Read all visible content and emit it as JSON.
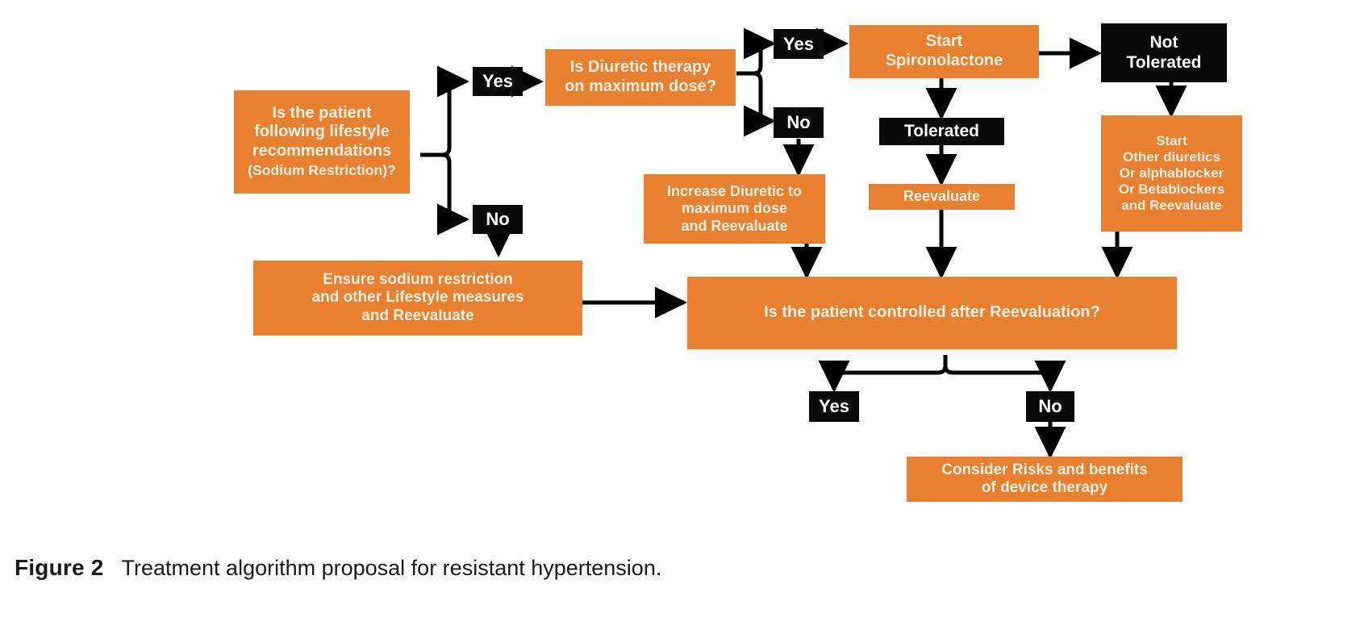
{
  "figure": {
    "label": "Figure 2",
    "caption": "Treatment algorithm proposal for resistant hypertension."
  },
  "colors": {
    "orange": "#E8802F",
    "black": "#0A0A0A",
    "orange_text": "#FBF0E2",
    "black_text": "#FFFFFF",
    "connector": "#000000",
    "background": "#FFFFFF"
  },
  "chart_data": {
    "type": "diagram",
    "title": "Treatment algorithm proposal for resistant hypertension",
    "nodes": [
      {
        "id": "lifestyle",
        "kind": "decision",
        "style": "orange",
        "lines": [
          "Is the patient",
          "following lifestyle",
          "recommendations",
          "(Sodium Restriction)?"
        ]
      },
      {
        "id": "lifestyle-yes",
        "kind": "label",
        "style": "black",
        "lines": [
          "Yes"
        ]
      },
      {
        "id": "lifestyle-no",
        "kind": "label",
        "style": "black",
        "lines": [
          "No"
        ]
      },
      {
        "id": "diuretic-max",
        "kind": "decision",
        "style": "orange",
        "lines": [
          "Is Diuretic therapy",
          "on maximum dose?"
        ]
      },
      {
        "id": "diuretic-yes",
        "kind": "label",
        "style": "black",
        "lines": [
          "Yes"
        ]
      },
      {
        "id": "diuretic-no",
        "kind": "label",
        "style": "black",
        "lines": [
          "No"
        ]
      },
      {
        "id": "start-spironolactone",
        "kind": "action",
        "style": "orange",
        "lines": [
          "Start",
          "Spironolactone"
        ]
      },
      {
        "id": "not-tolerated",
        "kind": "label",
        "style": "black",
        "lines": [
          "Not",
          "Tolerated"
        ]
      },
      {
        "id": "tolerated",
        "kind": "label",
        "style": "black",
        "lines": [
          "Tolerated"
        ]
      },
      {
        "id": "reevaluate",
        "kind": "action",
        "style": "orange",
        "lines": [
          "Reevaluate"
        ]
      },
      {
        "id": "start-other",
        "kind": "action",
        "style": "orange",
        "lines": [
          "Start",
          "Other diuretics",
          "Or alphablocker",
          "Or Betablockers",
          "and Reevaluate"
        ]
      },
      {
        "id": "increase-diuretic",
        "kind": "action",
        "style": "orange",
        "lines": [
          "Increase Diuretic to",
          "maximum dose",
          "and Reevaluate"
        ]
      },
      {
        "id": "ensure-sodium",
        "kind": "action",
        "style": "orange",
        "lines": [
          "Ensure sodium restriction",
          "and other Lifestyle measures",
          "and Reevaluate"
        ]
      },
      {
        "id": "controlled",
        "kind": "decision",
        "style": "orange",
        "lines": [
          "Is the patient controlled after Reevaluation?"
        ]
      },
      {
        "id": "controlled-yes",
        "kind": "label",
        "style": "black",
        "lines": [
          "Yes"
        ]
      },
      {
        "id": "controlled-no",
        "kind": "label",
        "style": "black",
        "lines": [
          "No"
        ]
      },
      {
        "id": "consider-device",
        "kind": "action",
        "style": "orange",
        "lines": [
          "Consider Risks and benefits",
          "of device therapy"
        ]
      }
    ],
    "edges": [
      {
        "from": "lifestyle",
        "to": "lifestyle-yes",
        "label": ""
      },
      {
        "from": "lifestyle",
        "to": "lifestyle-no",
        "label": ""
      },
      {
        "from": "lifestyle-yes",
        "to": "diuretic-max",
        "label": ""
      },
      {
        "from": "lifestyle-no",
        "to": "ensure-sodium",
        "label": ""
      },
      {
        "from": "diuretic-max",
        "to": "diuretic-yes",
        "label": ""
      },
      {
        "from": "diuretic-max",
        "to": "diuretic-no",
        "label": ""
      },
      {
        "from": "diuretic-yes",
        "to": "start-spironolactone",
        "label": ""
      },
      {
        "from": "diuretic-no",
        "to": "increase-diuretic",
        "label": ""
      },
      {
        "from": "start-spironolactone",
        "to": "not-tolerated",
        "label": ""
      },
      {
        "from": "start-spironolactone",
        "to": "tolerated",
        "label": ""
      },
      {
        "from": "not-tolerated",
        "to": "start-other",
        "label": ""
      },
      {
        "from": "tolerated",
        "to": "reevaluate",
        "label": ""
      },
      {
        "from": "reevaluate",
        "to": "controlled",
        "label": ""
      },
      {
        "from": "start-other",
        "to": "controlled",
        "label": ""
      },
      {
        "from": "increase-diuretic",
        "to": "controlled",
        "label": ""
      },
      {
        "from": "ensure-sodium",
        "to": "controlled",
        "label": ""
      },
      {
        "from": "controlled",
        "to": "controlled-yes",
        "label": ""
      },
      {
        "from": "controlled",
        "to": "controlled-no",
        "label": ""
      },
      {
        "from": "controlled-no",
        "to": "consider-device",
        "label": ""
      }
    ]
  },
  "nodes": {
    "lifestyle": {
      "l1": "Is the patient",
      "l2": "following lifestyle",
      "l3": "recommendations",
      "l4": "(Sodium Restriction)?"
    },
    "lifestyle_yes": {
      "label": "Yes"
    },
    "lifestyle_no": {
      "label": "No"
    },
    "diuretic_max": {
      "l1": "Is Diuretic therapy",
      "l2": "on maximum dose?"
    },
    "diuretic_yes": {
      "label": "Yes"
    },
    "diuretic_no": {
      "label": "No"
    },
    "start_spironolactone": {
      "l1": "Start",
      "l2": "Spironolactone"
    },
    "not_tolerated": {
      "l1": "Not",
      "l2": "Tolerated"
    },
    "tolerated": {
      "label": "Tolerated"
    },
    "reevaluate": {
      "label": "Reevaluate"
    },
    "start_other": {
      "l1": "Start",
      "l2": "Other diuretics",
      "l3": "Or alphablocker",
      "l4": "Or Betablockers",
      "l5": "and Reevaluate"
    },
    "increase_diuretic": {
      "l1": "Increase Diuretic to",
      "l2": "maximum dose",
      "l3": "and Reevaluate"
    },
    "ensure_sodium": {
      "l1": "Ensure sodium restriction",
      "l2": "and other Lifestyle measures",
      "l3": "and Reevaluate"
    },
    "controlled": {
      "label": "Is the patient controlled after Reevaluation?"
    },
    "controlled_yes": {
      "label": "Yes"
    },
    "controlled_no": {
      "label": "No"
    },
    "consider_device": {
      "l1": "Consider Risks and benefits",
      "l2": "of device therapy"
    }
  }
}
